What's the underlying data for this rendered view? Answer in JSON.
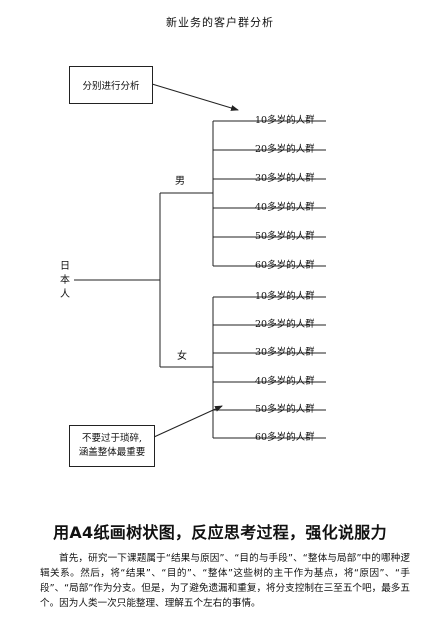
{
  "diagram": {
    "title": "新业务的客户群分析",
    "note_top": "分别进行分析",
    "note_bottom": "不要过于琐碎,\n涵盖整体最重要",
    "root": "日\n本\n人",
    "branches": [
      {
        "label": "男",
        "leaves": [
          "10多岁的人群",
          "20多岁的人群",
          "30多岁的人群",
          "40多岁的人群",
          "50多岁的人群",
          "60多岁的人群"
        ]
      },
      {
        "label": "女",
        "leaves": [
          "10多岁的人群",
          "20多岁的人群",
          "30多岁的人群",
          "40多岁的人群",
          "50多岁的人群",
          "60多岁的人群"
        ]
      }
    ]
  },
  "caption": {
    "headline": "用A4纸画树状图，反应思考过程，强化说服力",
    "paragraph": "首先，研究一下课题属于“结果与原因”、“目的与手段”、“整体与局部”中的哪种逻辑关系。然后，将“结果”、“目的”、“整体”这些树的主干作为基点，将“原因”、“手段”、“局部”作为分支。但是，为了避免遗漏和重复，将分支控制在三至五个吧，最多五个。因为人类一次只能整理、理解五个左右的事情。"
  }
}
